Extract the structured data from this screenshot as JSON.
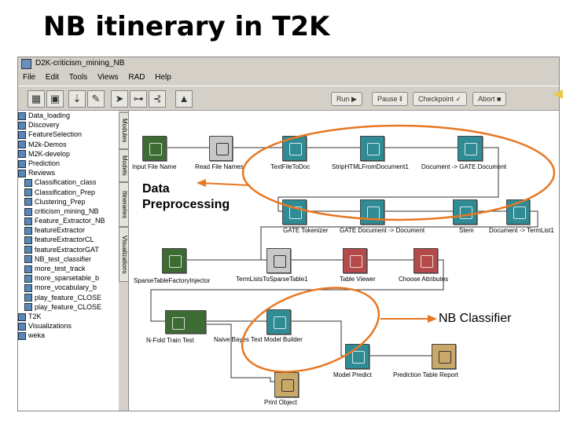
{
  "slide": {
    "title": "NB itinerary in T2K"
  },
  "window": {
    "title": "D2K-criticism_mining_NB"
  },
  "menu": [
    "File",
    "Edit",
    "Tools",
    "Views",
    "RAD",
    "Help"
  ],
  "run_controls": {
    "run": "Run",
    "pause": "Pause",
    "checkpoint": "Checkpoint",
    "abort": "Abort"
  },
  "sidebar_tabs": [
    "Modules",
    "Models",
    "Itineraries",
    "Visualizations"
  ],
  "tree_items": [
    "Data_loading",
    "Discovery",
    "FeatureSelection",
    "M2k-Demos",
    "M2K-develop",
    "Prediction",
    "Reviews",
    "Classification_class",
    "Classification_Prep",
    "Clustering_Prep",
    "criticism_mining_NB",
    "Feature_Extractor_NB",
    "featureExtractor",
    "featureExtractorCL",
    "featureExtractorGAT",
    "NB_test_classifier",
    "more_test_track",
    "more_sparsetable_b",
    "more_vocabulary_b",
    "play_feature_CLOSE",
    "play_feature_CLOSE",
    "T2K",
    "Visualizations",
    "weka"
  ],
  "nodes": {
    "n1": "Input File Name",
    "n2": "Read File Names",
    "n3": "TextFileToDoc",
    "n4": "StripHTMLFromDocument1",
    "n5": "Document -> GATE Document",
    "n6": "GATE Tokenizer",
    "n7": "GATE Document -> Document",
    "n8": "Stem",
    "n9": "Document -> TermList1",
    "n10": "SparseTableFactoryInjector",
    "n11": "TermListsToSparseTable1",
    "n12": "Table Viewer",
    "n13": "Choose Attributes",
    "n14": "N-Fold Train Test",
    "n15": "Naive Bayes Text Model Builder",
    "n16": "Model Predict",
    "n17": "Prediction Table Report",
    "n18": "Print Object"
  },
  "annotations": {
    "data_preprocessing": "Data Preprocessing",
    "nb_classifier": "NB Classifier"
  },
  "colors": {
    "ellipse": "#e87722",
    "arrow": "#e87722",
    "module_teal": "#2f8c94"
  }
}
